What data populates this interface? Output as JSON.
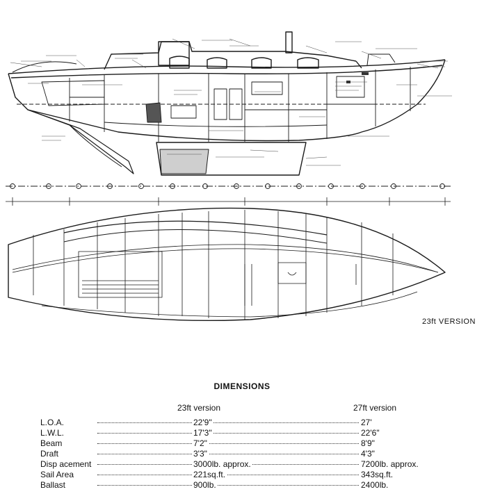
{
  "drawing": {
    "version_caption": "23ft VERSION",
    "colors": {
      "ink": "#1a1a1a",
      "paper": "#ffffff"
    }
  },
  "dimensions": {
    "title": "DIMENSIONS",
    "columns": [
      "23ft version",
      "27ft version"
    ],
    "rows": [
      {
        "label": "L.O.A.",
        "v23": "22'9\"",
        "v27": "27'"
      },
      {
        "label": "L.W.L.",
        "v23": "17'3\"",
        "v27": "22'6\""
      },
      {
        "label": "Beam",
        "v23": "7'2\"",
        "v27": "8'9\""
      },
      {
        "label": "Draft",
        "v23": "3'3\"",
        "v27": "4'3\""
      },
      {
        "label": "Disp acement",
        "v23": "3000lb. approx.",
        "v27": "7200lb. approx."
      },
      {
        "label": "Sail Area",
        "v23": "221sq.ft.",
        "v27": "343sq.ft."
      },
      {
        "label": "Ballast",
        "v23": "900lb.",
        "v27": "2400lb."
      }
    ]
  }
}
